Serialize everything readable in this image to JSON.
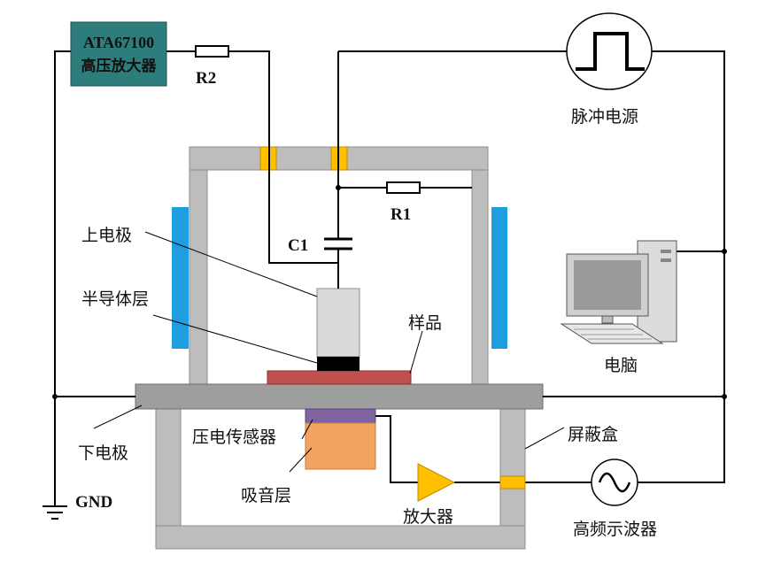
{
  "hv_amplifier": {
    "model": "ATA67100",
    "name": "高压放大器"
  },
  "components": {
    "r2": "R2",
    "r1": "R1",
    "c1": "C1"
  },
  "pulse_source": "脉冲电源",
  "computer": "电脑",
  "labels": {
    "upper_electrode": "上电极",
    "semiconductor_layer": "半导体层",
    "sample": "样品",
    "lower_electrode": "下电极",
    "piezo_sensor": "压电传感器",
    "absorber_layer": "吸音层",
    "gnd": "GND",
    "amplifier": "放大器",
    "shield_box": "屏蔽盒",
    "oscilloscope": "高频示波器"
  },
  "colors": {
    "frame": "#bdbdbd",
    "frame_stroke": "#8c8c8c",
    "plate": "#9e9e9e",
    "amp_box": "#2e7d7d",
    "sample": "#c0504d",
    "absorber": "#f4a460",
    "sensor": "#8064a2",
    "amplifier": "#ffc000",
    "connector": "#ffc000",
    "side_panel": "#1e9de0"
  }
}
